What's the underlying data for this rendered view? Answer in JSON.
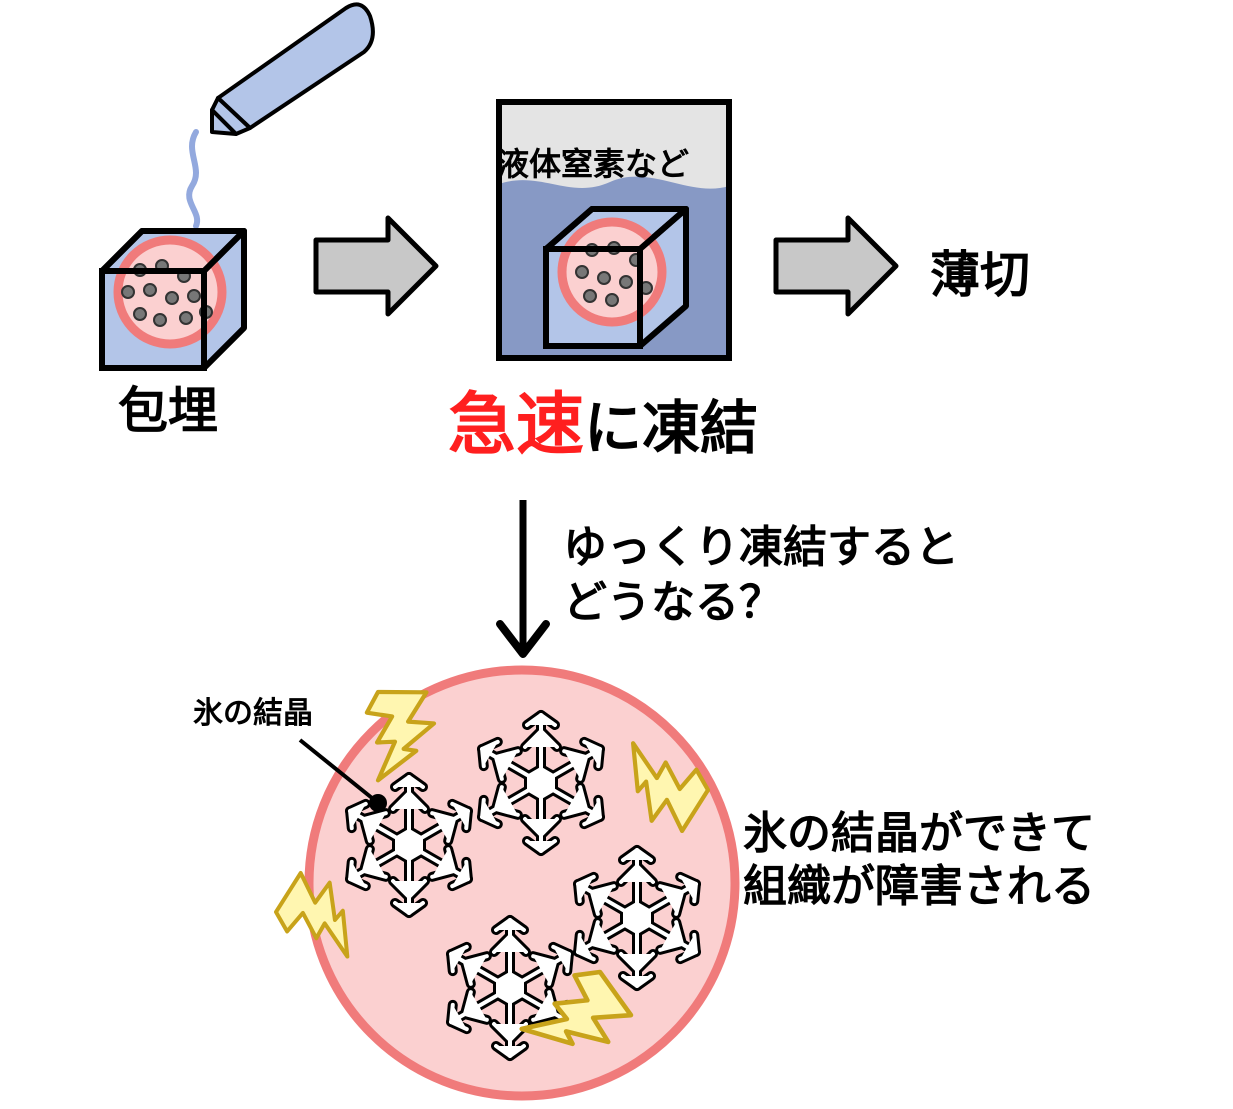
{
  "labels": {
    "step_embed": "包埋",
    "step_section": "薄切",
    "liquid_nitrogen": "液体窒素など",
    "rapid_highlight": "急速",
    "rapid_rest": "に凍結",
    "question_line1": "ゆっくり凍結すると",
    "question_line2": "どうなる？",
    "ice_crystal": "氷の結晶",
    "result_line1": "氷の結晶ができて",
    "result_line2": "組織が障害される"
  },
  "colors": {
    "cube_fill": "#b3c5e8",
    "tissue_ring": "#f07b7b",
    "tissue_fill": "#fbd0d0",
    "cell_dot": "#777777",
    "arrow_fill": "#c8c8c8",
    "liquid_fill": "#8799c5",
    "ice_fill": "#ffffff",
    "crack_fill": "#fff6b0",
    "crack_stroke": "#c8a31a",
    "highlight_red": "#ff1f1f"
  },
  "icons": [
    "dropper-bottle-icon",
    "block-arrow-icon",
    "down-arrow-icon",
    "snowflake-icon",
    "lightning-crack-icon"
  ]
}
